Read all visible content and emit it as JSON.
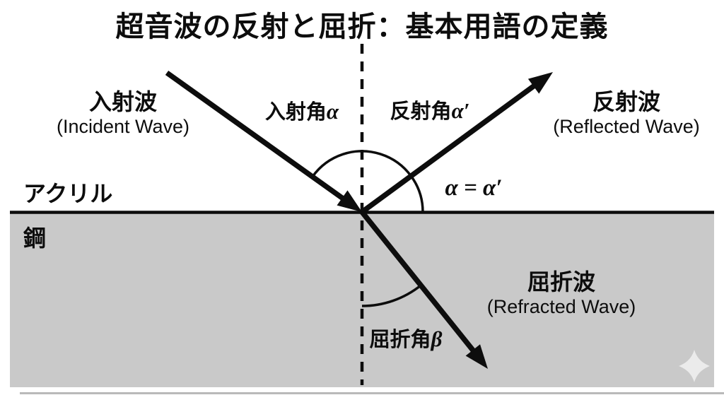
{
  "title": "超音波の反射と屈折：基本用語の定義",
  "media": {
    "upper_label": "アクリル",
    "lower_label": "鋼"
  },
  "waves": {
    "incident": {
      "jp": "入射波",
      "en": "(Incident Wave)"
    },
    "reflected": {
      "jp": "反射波",
      "en": "(Reflected Wave)"
    },
    "refracted": {
      "jp": "屈折波",
      "en": "(Refracted Wave)"
    }
  },
  "angles": {
    "incident": {
      "jp": "入射角",
      "symbol": "α"
    },
    "reflected": {
      "jp": "反射角",
      "symbol": "α′"
    },
    "refracted": {
      "jp": "屈折角",
      "symbol": "β"
    },
    "equality": "α = α′"
  },
  "icons": {
    "sparkle": "four-pointed-star"
  },
  "colors": {
    "background": "#ffffff",
    "steel_fill": "#c9c9c9",
    "line": "#0d0d0d",
    "bottom_rule": "#b9b9b9",
    "sparkle": "#ebebeb"
  }
}
